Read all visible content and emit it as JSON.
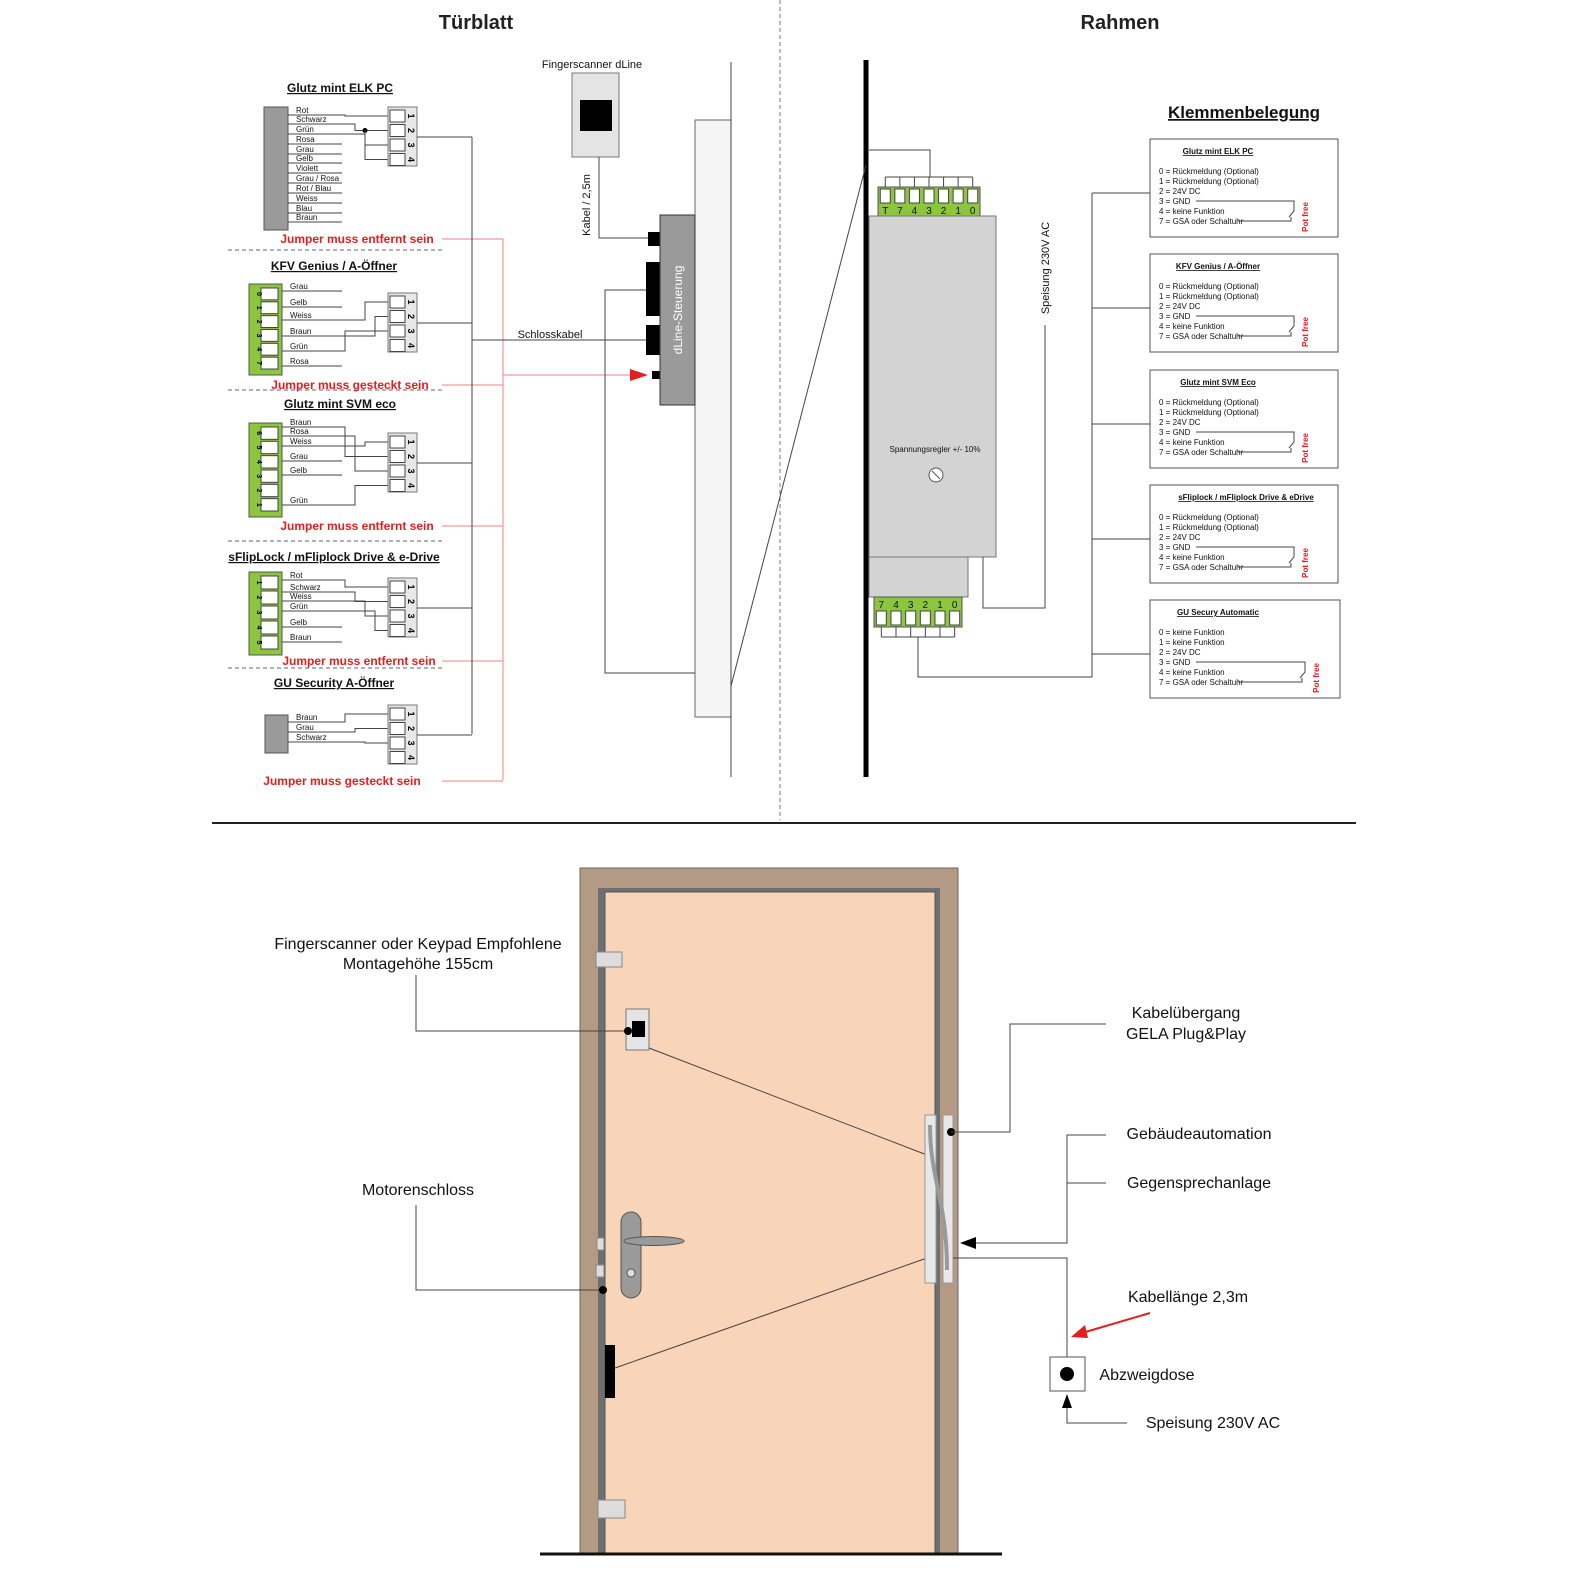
{
  "header": {
    "left_title": "Türblatt",
    "right_title": "Rahmen"
  },
  "devices": [
    {
      "title": "Glutz mint ELK PC",
      "wires": [
        "Rot",
        "Schwarz",
        "Grün",
        "Rosa",
        "Grau",
        "Gelb",
        "Violett",
        "Grau / Rosa",
        "Rot / Blau",
        "Weiss",
        "Blau",
        "Braun"
      ],
      "pins": [],
      "jumper": "Jumper muss entfernt sein"
    },
    {
      "title": "KFV Genius / A-Öffner",
      "wires": [
        "Grau",
        "Gelb",
        "Weiss",
        "Braun",
        "Grün",
        "Rosa"
      ],
      "pins": [
        "0",
        "1",
        "2",
        "3",
        "4",
        "7"
      ],
      "jumper": "Jumper muss gesteckt sein"
    },
    {
      "title": "Glutz mint SVM eco",
      "wires": [
        "Braun",
        "Rosa",
        "Weiss",
        "Grau",
        "Gelb",
        "Grün"
      ],
      "pins": [
        "6",
        "5",
        "4",
        "3",
        "2",
        "1"
      ],
      "jumper": "Jumper muss entfernt sein"
    },
    {
      "title": "sFlipLock / mFliplock Drive & e-Drive",
      "wires": [
        "Rot",
        "Schwarz",
        "Weiss",
        "Grün",
        "Gelb",
        "Braun"
      ],
      "pins": [
        "1",
        "2",
        "3",
        "4",
        "5"
      ],
      "jumper": "Jumper muss entfernt sein"
    },
    {
      "title": "GU Security A-Öffner",
      "wires": [
        "Braun",
        "Grau",
        "Schwarz"
      ],
      "pins": [],
      "jumper": "Jumper muss gesteckt sein"
    }
  ],
  "terminal_pins": [
    "1",
    "2",
    "3",
    "4"
  ],
  "middle": {
    "scanner_label": "Fingerscanner dLine",
    "cable_label": "Kabel / 2,5m",
    "lock_cable_label": "Schlosskabel",
    "controller_label": "dLine-Steuerung"
  },
  "frame": {
    "top_terminal": [
      "T",
      "7",
      "4",
      "3",
      "2",
      "1",
      "0"
    ],
    "bottom_terminal": [
      "7",
      "4",
      "3",
      "2",
      "1",
      "0"
    ],
    "regulator_label": "Spannungsregler +/- 10%",
    "supply_label": "Speisung 230V AC"
  },
  "klemmen": {
    "title": "Klemmenbelegung",
    "pot_free": "Pot free",
    "boxes": [
      {
        "title": "Glutz mint ELK PC",
        "rows": [
          "0 = Rückmeldung (Optional)",
          "1 = Rückmeldung (Optional)",
          "2 = 24V DC",
          "3 = GND",
          "4 = keine Funktion",
          "7 = GSA oder Schaltuhr"
        ]
      },
      {
        "title": "KFV Genius / A-Öffner",
        "rows": [
          "0 = Rückmeldung (Optional)",
          "1 = Rückmeldung (Optional)",
          "2 = 24V DC",
          "3 = GND",
          "4 = keine Funktion",
          "7 = GSA oder Schaltuhr"
        ]
      },
      {
        "title": "Glutz mint SVM Eco",
        "rows": [
          "0 = Rückmeldung (Optional)",
          "1 = Rückmeldung (Optional)",
          "2 = 24V DC",
          "3 = GND",
          "4 = keine Funktion",
          "7 = GSA oder Schaltuhr"
        ]
      },
      {
        "title": "sFliplock / mFliplock Drive & eDrive",
        "rows": [
          "0 = Rückmeldung (Optional)",
          "1 = Rückmeldung (Optional)",
          "2 = 24V DC",
          "3 = GND",
          "4 = keine Funktion",
          "7 = GSA oder Schaltuhr"
        ]
      },
      {
        "title": "GU Secury Automatic",
        "rows": [
          "0 = keine Funktion",
          "1 = keine Funktion",
          "2 = 24V DC",
          "3 = GND",
          "4 = keine Funktion",
          "7 = GSA oder Schaltuhr"
        ]
      }
    ]
  },
  "door": {
    "scanner_label_1": "Fingerscanner oder Keypad Empfohlene",
    "scanner_label_2": "Montagehöhe 155cm",
    "lock_label": "Motorenschloss",
    "transfer_label_1": "Kabelübergang",
    "transfer_label_2": "GELA Plug&Play",
    "building_automation": "Gebäudeautomation",
    "intercom": "Gegensprechanlage",
    "cable_length": "Kabellänge 2,3m",
    "junction_box": "Abzweigdose",
    "supply": "Speisung 230V AC"
  }
}
